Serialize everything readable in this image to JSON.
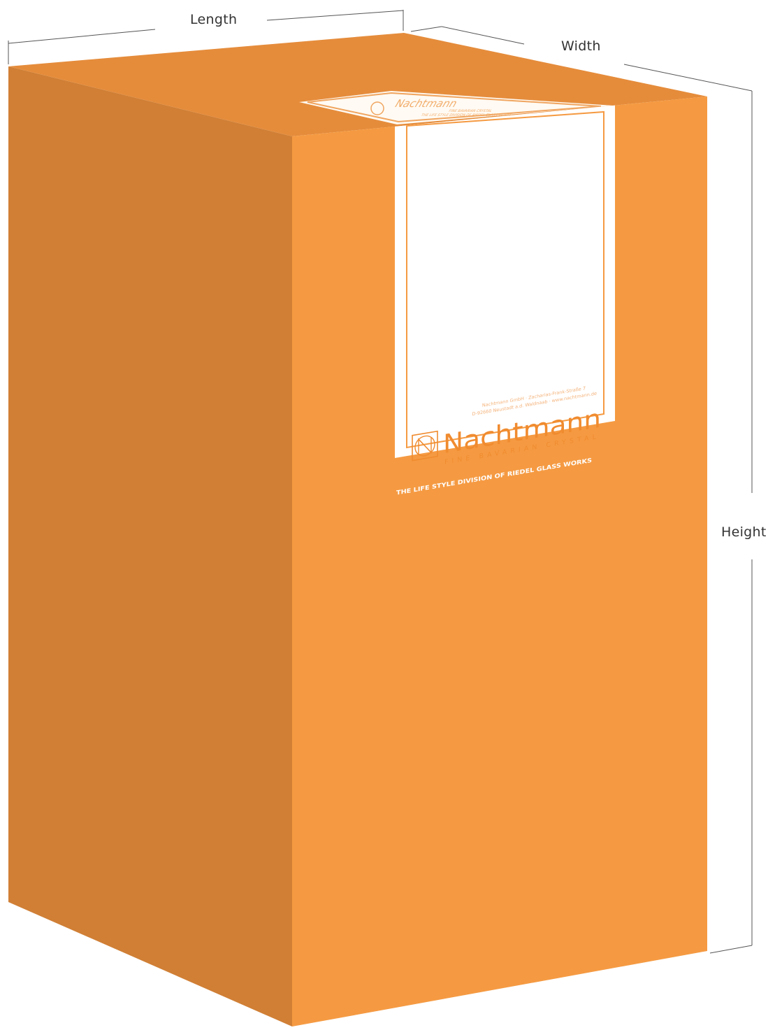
{
  "dimensions": {
    "length": "Length",
    "width": "Width",
    "height": "Height"
  },
  "label": {
    "address_line1": "Nachtmann GmbH · Zacharias-Frank-Straße 7",
    "address_line2": "D-92660 Neustadt a.d. Waldnaab · www.nachtmann.de",
    "brand": "Nachtmann",
    "tagline": "FINE BAVARIAN CRYSTAL",
    "division": "THE LIFE STYLE DIVISION OF RIEDEL GLASS WORKS",
    "top_brand": "Nachtmann",
    "top_tagline": "FINE BAVARIAN CRYSTAL",
    "top_division": "THE LIFE STYLE DIVISION OF RIEDEL GLASS WORKS"
  },
  "colors": {
    "front_face": "#f59a42",
    "side_face": "#d07f35",
    "top_face": "#e58c3b",
    "label": "#ffffff",
    "dimension_line": "#555555",
    "text": "#333333"
  }
}
